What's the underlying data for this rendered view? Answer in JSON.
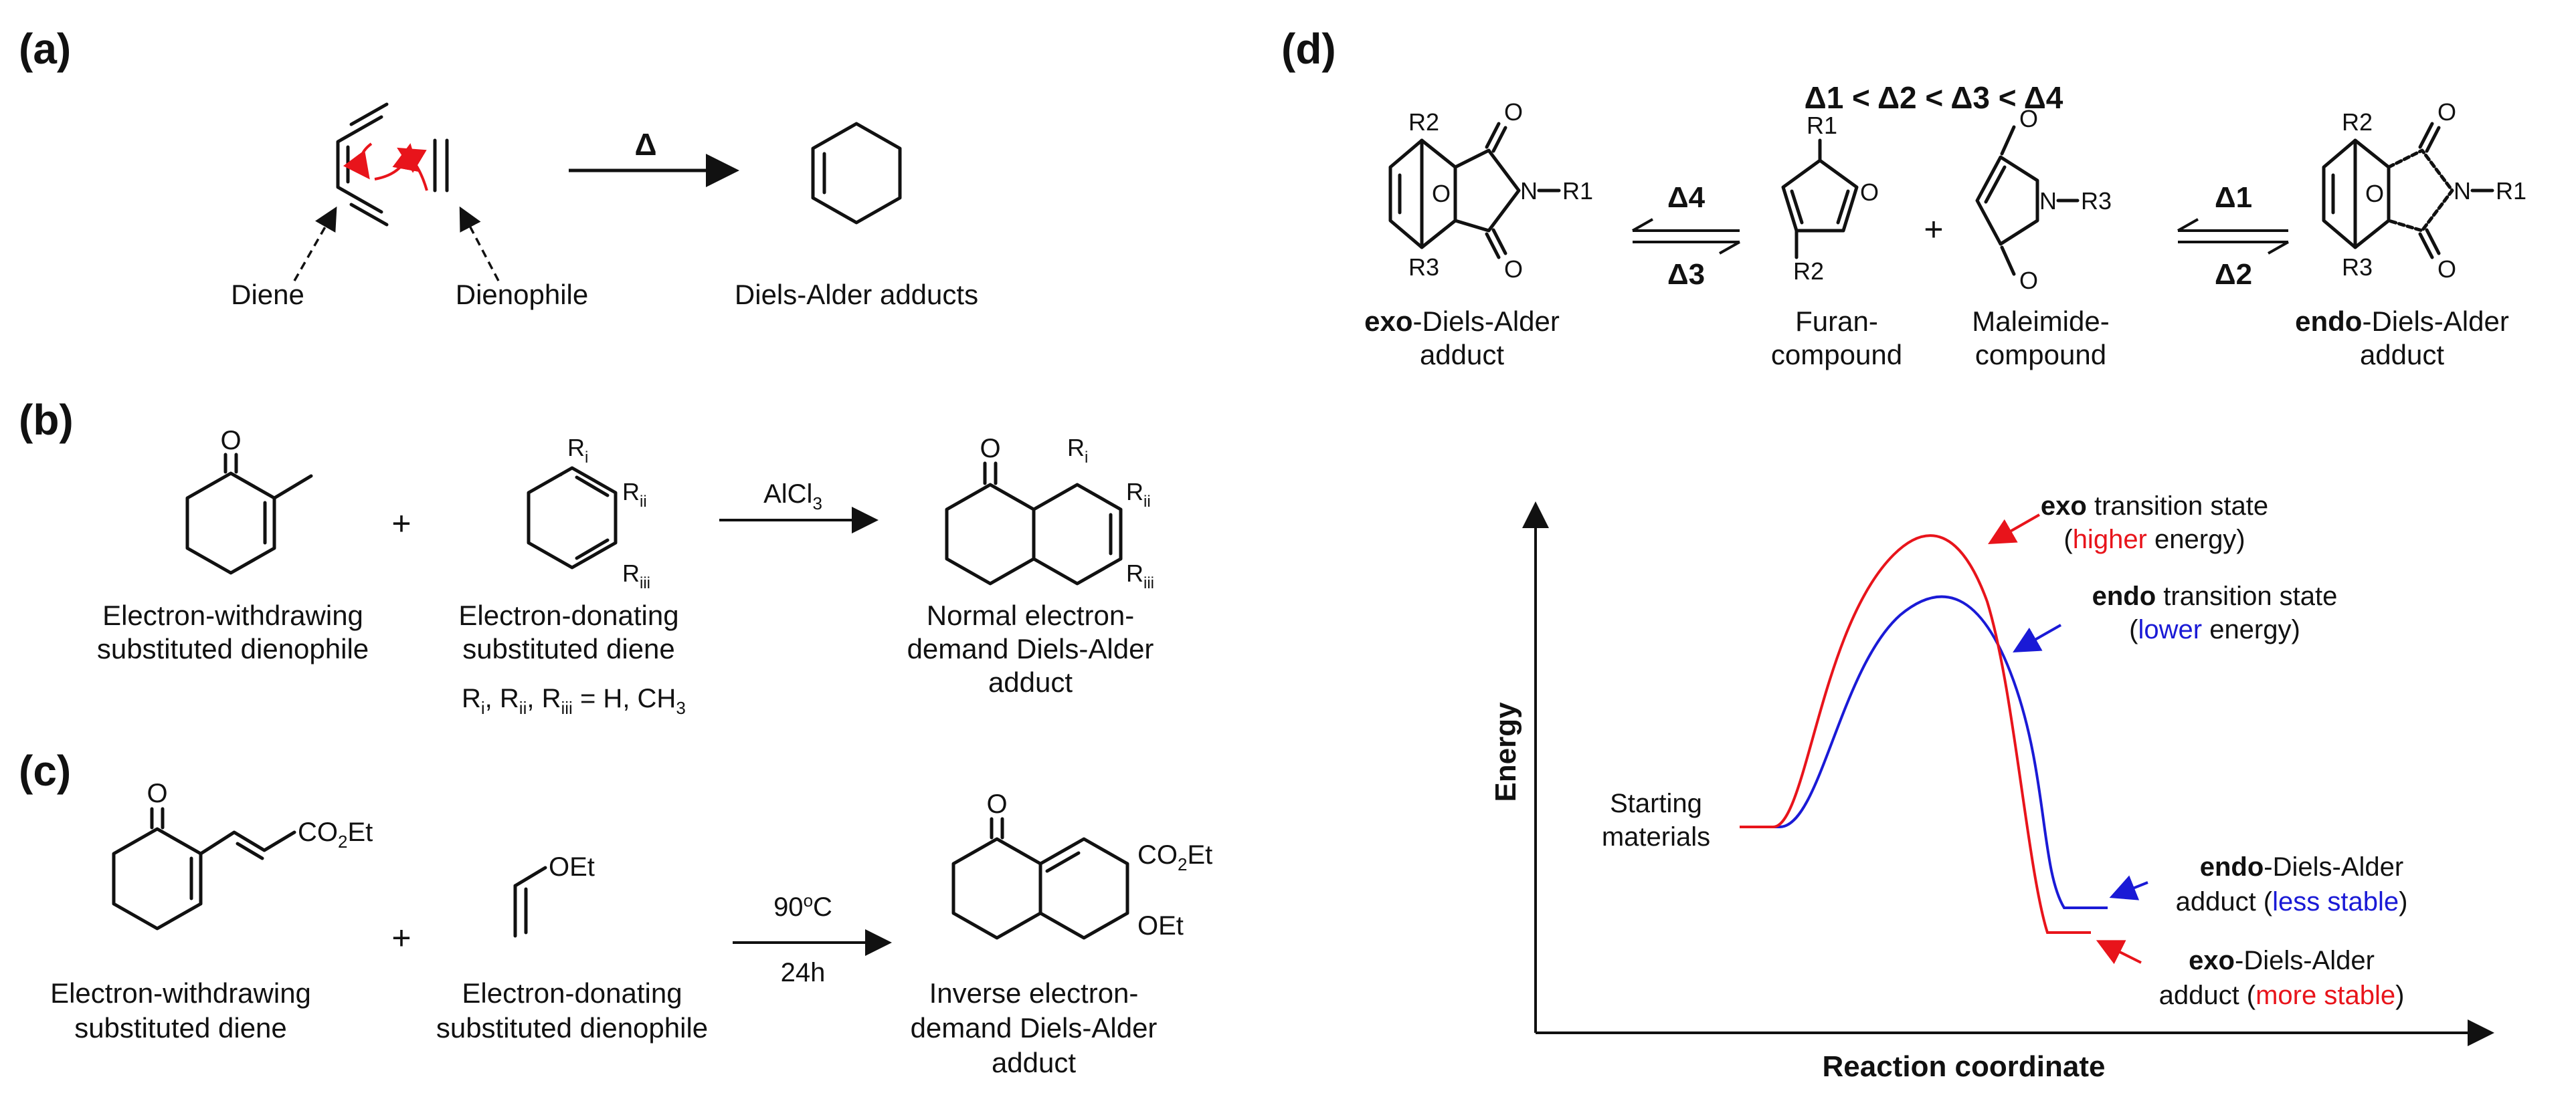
{
  "panels": {
    "a": {
      "label": "(a)",
      "arrow_label": "Δ",
      "diene": "Diene",
      "dienophile": "Dienophile",
      "adducts": "Diels-Alder adducts"
    },
    "b": {
      "label": "(b)",
      "plus": "+",
      "reagent": "AlCl",
      "reagent_sub": "3",
      "dienophile_line1": "Electron-withdrawing",
      "dienophile_line2": "substituted dienophile",
      "diene_line1": "Electron-donating",
      "diene_line2": "substituted diene",
      "r_note": "R",
      "r_note_i": "i",
      "r_note_ii": "ii",
      "r_note_iii": "iii",
      "r_note_tail": "= H, CH",
      "r_note_sub": "3",
      "product_line1": "Normal electron-",
      "product_line2": "demand Diels-Alder",
      "product_line3": "adduct",
      "o_atom": "O",
      "ri": "R",
      "ri_sub": "i",
      "rii": "R",
      "rii_sub": "ii",
      "riii": "R",
      "riii_sub": "iii"
    },
    "c": {
      "label": "(c)",
      "plus": "+",
      "conditions_top": "90",
      "conditions_sup": "o",
      "conditions_unit": "C",
      "conditions_bottom": "24h",
      "ester": "CO",
      "ester_sub": "2",
      "ester_tail": "Et",
      "oet": "OEt",
      "diene_line1": "Electron-withdrawing",
      "diene_line2": "substituted diene",
      "dienophile_line1": "Electron-donating",
      "dienophile_line2": "substituted dienophile",
      "product_line1": "Inverse electron-",
      "product_line2": "demand Diels-Alder",
      "product_line3": "adduct",
      "o_atom": "O"
    },
    "d": {
      "label": "(d)",
      "order": "Δ1 < Δ2 < Δ3 < Δ4",
      "delta1": "Δ1",
      "delta2": "Δ2",
      "delta3": "Δ3",
      "delta4": "Δ4",
      "plus": "+",
      "exo_bold": "exo",
      "exo_rest": "-Diels-Alder",
      "exo_line2": "adduct",
      "endo_bold": "endo",
      "endo_rest": "-Diels-Alder",
      "endo_line2": "adduct",
      "furan_line1": "Furan-",
      "furan_line2": "compound",
      "maleimide_line1": "Maleimide-",
      "maleimide_line2": "compound",
      "r1": "R1",
      "r2": "R2",
      "r3": "R3",
      "n_atom": "N",
      "o_atom": "O"
    },
    "energy_diagram": {
      "y_label": "Energy",
      "x_label": "Reaction coordinate",
      "start_line1": "Starting",
      "start_line2": "materials",
      "exo_ts_bold": "exo",
      "exo_ts_rest": " transition state",
      "exo_ts_paren_open": "(",
      "exo_ts_colored": "higher",
      "exo_ts_paren_close": " energy)",
      "endo_ts_bold": "endo",
      "endo_ts_rest": " transition state",
      "endo_ts_paren_open": "(",
      "endo_ts_colored": "lower",
      "endo_ts_paren_close": " energy)",
      "endo_prod_bold": "endo",
      "endo_prod_rest": "-Diels-Alder",
      "endo_prod_line2_a": "adduct (",
      "endo_prod_colored": "less stable",
      "endo_prod_line2_c": ")",
      "exo_prod_bold": "exo",
      "exo_prod_rest": "-Diels-Alder",
      "exo_prod_line2_a": "adduct (",
      "exo_prod_colored": "more stable",
      "exo_prod_line2_c": ")",
      "colors": {
        "exo": "#e8141b",
        "endo": "#1a1ad6",
        "axis": "#111111"
      }
    }
  }
}
